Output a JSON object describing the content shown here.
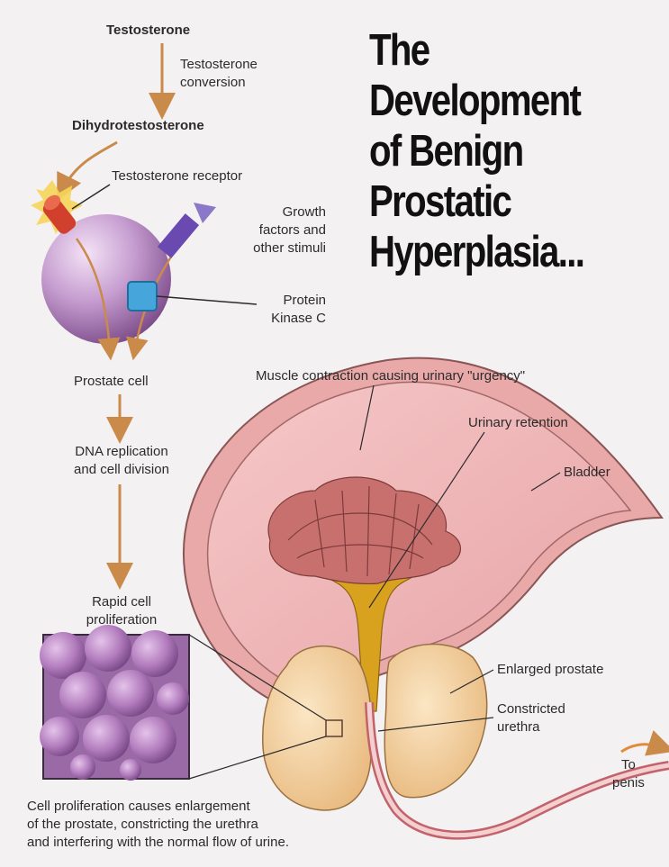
{
  "title": {
    "lines": [
      "The",
      "Development",
      "of Benign",
      "Prostatic",
      "Hyperplasia..."
    ]
  },
  "pathway": {
    "testosterone": "Testosterone",
    "conversion": [
      "Testosterone",
      "conversion"
    ],
    "dht": "Dihydrotestosterone",
    "receptor": "Testosterone receptor",
    "growth": [
      "Growth",
      "factors and",
      "other stimuli"
    ],
    "pkc": [
      "Protein",
      "Kinase C"
    ],
    "prostate_cell": "Prostate cell",
    "dna": [
      "DNA replication",
      "and cell division"
    ],
    "rapid": [
      "Rapid cell",
      "proliferation"
    ]
  },
  "anatomy": {
    "muscle": "Muscle contraction causing urinary \"urgency\"",
    "retention": "Urinary retention",
    "bladder": "Bladder",
    "enlarged": "Enlarged prostate",
    "constricted": [
      "Constricted",
      "urethra"
    ],
    "to_penis": [
      "To",
      "penis"
    ]
  },
  "caption": [
    "Cell proliferation causes enlargement",
    "of the prostate, constricting the urethra",
    "and interfering with the normal flow of urine."
  ],
  "colors": {
    "arrow": "#c98a4a",
    "cell": "#b07ab8",
    "bladder_outer": "#e6a8a8",
    "bladder_inner": "#f1bcbe",
    "prostate": "#f2d3a2",
    "urine": "#d8a21e"
  }
}
